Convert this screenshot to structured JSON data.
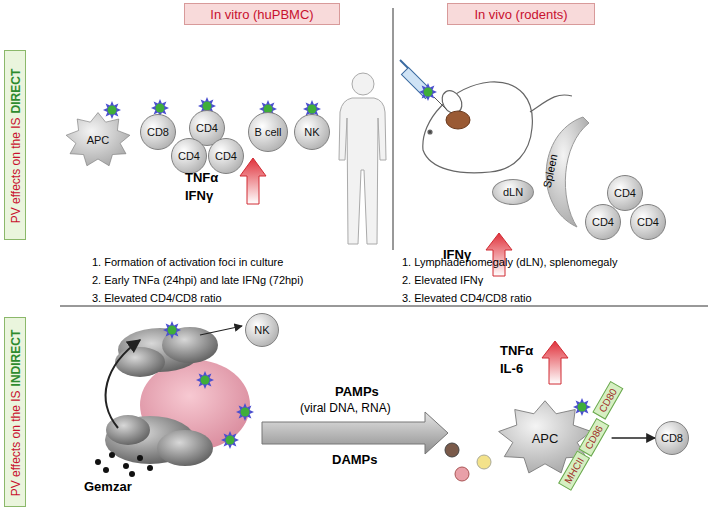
{
  "diagram": {
    "nodes": [
      {
        "text": [
          "In vitro (huPBMC)"
        ]
      },
      {
        "text": [
          "In vivo (rodents)"
        ]
      },
      {
        "text": [
          "PV effects on the IS",
          "DIRECT"
        ]
      },
      {
        "text": [
          "APC"
        ]
      },
      {
        "text": [
          "CD8"
        ]
      },
      {
        "text": [
          "CD4"
        ]
      },
      {
        "text": [
          "CD4"
        ]
      },
      {
        "text": [
          "CD4"
        ]
      },
      {
        "text": [
          "B cell"
        ]
      },
      {
        "text": [
          "NK"
        ]
      },
      {
        "text": [
          "dLN"
        ]
      },
      {
        "text": [
          "Spleen"
        ]
      },
      {
        "text": [
          "CD4"
        ]
      },
      {
        "text": [
          "CD4"
        ]
      },
      {
        "text": [
          "CD4"
        ]
      },
      {
        "text": [
          "PV effects on the IS",
          "INDIRECT"
        ]
      },
      {
        "text": [
          "NK"
        ]
      },
      {
        "text": [
          "APC"
        ]
      },
      {
        "text": [
          "CD80"
        ]
      },
      {
        "text": [
          "CD86"
        ]
      },
      {
        "text": [
          "MHCII"
        ]
      },
      {
        "text": [
          "CD8"
        ]
      }
    ],
    "edges": [
      {
        "from": 17,
        "to": 21,
        "arrow": "to"
      }
    ],
    "labels": [
      "TNFα",
      "IFNγ",
      "1. Formation of activation foci in culture",
      "2. Early TNFa (24hpi) and late IFNg (72hpi)",
      "3. Elevated CD4/CD8 ratio",
      "IFNγ",
      "1.  Lymphadenomegaly (dLN), splenomegaly",
      "2. Elevated IFNγ",
      "3. Elevated CD4/CD8 ratio",
      "PAMPs",
      "(viral DNA, RNA)",
      "DAMPs",
      "Gemzar",
      "TNFα",
      "IL-6"
    ]
  }
}
